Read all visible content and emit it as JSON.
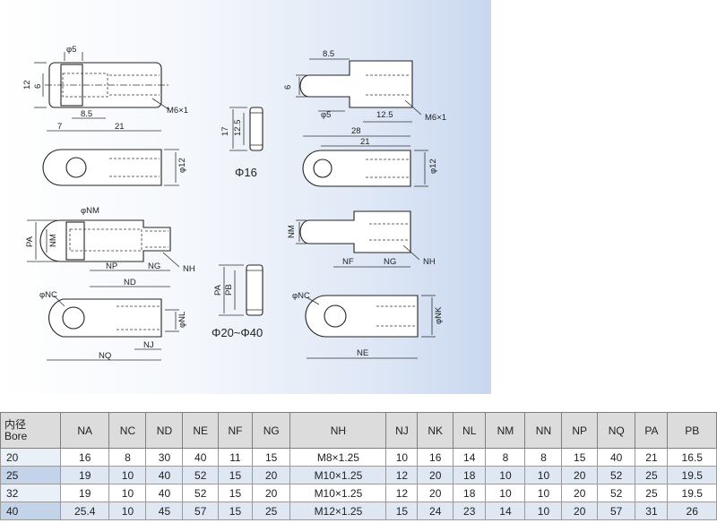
{
  "drawing": {
    "dims_top_left": [
      "φ5",
      "12",
      "6",
      "8.5",
      "7",
      "21",
      "M6×1"
    ],
    "dims_mid_left": [
      "φ12"
    ],
    "pin_small": [
      "17",
      "12.5"
    ],
    "pin_small_caption": "Φ16",
    "dims_top_right": [
      "8.5",
      "6",
      "φ5",
      "12.5",
      "M6×1"
    ],
    "dims_mid_right": [
      "28",
      "21",
      "φ12"
    ],
    "dims_lower_left": [
      "φNM",
      "PA",
      "NM",
      "NH",
      "NP",
      "NG",
      "ND"
    ],
    "dims_bottom_left": [
      "φNC",
      "φNL",
      "NJ",
      "NQ"
    ],
    "pin_large": [
      "PA",
      "PB"
    ],
    "pin_large_caption": "Φ20~Φ40",
    "dims_lower_right": [
      "NM",
      "NF",
      "NG",
      "NH"
    ],
    "dims_bottom_right": [
      "φNC",
      "φNK",
      "NE"
    ]
  },
  "table": {
    "header_bore_cn": "内径",
    "header_bore_en": "Bore",
    "columns": [
      "NA",
      "NC",
      "ND",
      "NE",
      "NF",
      "NG",
      "NH",
      "NJ",
      "NK",
      "NL",
      "NM",
      "NN",
      "NP",
      "NQ",
      "PA",
      "PB"
    ],
    "rows": [
      {
        "bore": "20",
        "vals": [
          "16",
          "8",
          "30",
          "40",
          "11",
          "15",
          "M8×1.25",
          "10",
          "16",
          "14",
          "8",
          "8",
          "15",
          "40",
          "21",
          "16.5"
        ]
      },
      {
        "bore": "25",
        "vals": [
          "19",
          "10",
          "40",
          "52",
          "15",
          "20",
          "M10×1.25",
          "12",
          "20",
          "18",
          "10",
          "10",
          "20",
          "52",
          "25",
          "19.5"
        ]
      },
      {
        "bore": "32",
        "vals": [
          "19",
          "10",
          "40",
          "52",
          "15",
          "20",
          "M10×1.25",
          "12",
          "20",
          "18",
          "10",
          "10",
          "20",
          "52",
          "25",
          "19.5"
        ]
      },
      {
        "bore": "40",
        "vals": [
          "25.4",
          "10",
          "45",
          "57",
          "15",
          "25",
          "M12×1.25",
          "15",
          "24",
          "23",
          "14",
          "10",
          "20",
          "57",
          "31",
          "26"
        ]
      }
    ]
  }
}
